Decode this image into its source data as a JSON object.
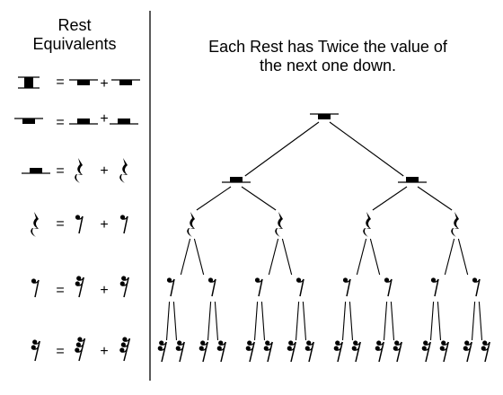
{
  "left_panel": {
    "title_line1": "Rest",
    "title_line2": "Equivalents"
  },
  "right_panel": {
    "title_line1": "Each Rest has Twice the value of",
    "title_line2": "the next one down."
  },
  "equivalents": [
    {
      "rest": "double-whole-rest",
      "equals": "=",
      "plus": "+",
      "parts": [
        "whole-rest",
        "whole-rest"
      ]
    },
    {
      "rest": "whole-rest",
      "equals": "=",
      "plus": "+",
      "parts": [
        "half-rest",
        "half-rest"
      ]
    },
    {
      "rest": "half-rest",
      "equals": "=",
      "plus": "+",
      "parts": [
        "quarter-rest",
        "quarter-rest"
      ]
    },
    {
      "rest": "quarter-rest",
      "equals": "=",
      "plus": "+",
      "parts": [
        "eighth-rest",
        "eighth-rest"
      ]
    },
    {
      "rest": "eighth-rest",
      "equals": "=",
      "plus": "+",
      "parts": [
        "sixteenth-rest",
        "sixteenth-rest"
      ]
    },
    {
      "rest": "sixteenth-rest",
      "equals": "=",
      "plus": "+",
      "parts": [
        "thirty-second-rest",
        "thirty-second-rest"
      ]
    }
  ],
  "tree_levels": [
    "whole-rest",
    "half-rest",
    "quarter-rest",
    "eighth-rest",
    "sixteenth-rest"
  ],
  "colors": {
    "ink": "#000000",
    "background": "#ffffff"
  }
}
